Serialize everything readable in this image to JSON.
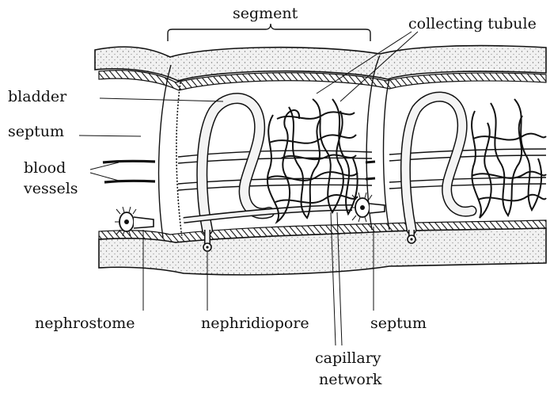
{
  "labels": {
    "segment": "segment",
    "collecting_tubule": "collecting tubule",
    "bladder": "bladder",
    "septum_left": "septum",
    "blood_vessels_line1": "blood",
    "blood_vessels_line2": "vessels",
    "nephrostome": "nephrostome",
    "nephridiopore": "nephridiopore",
    "septum_bottom": "septum",
    "capillary_network_line1": "capillary",
    "capillary_network_line2": "network"
  },
  "colors": {
    "ink": "#111111",
    "paper": "#ffffff",
    "body_wall_fill": "#e9e9e9",
    "muscle_band": "#555555",
    "tubule_fill": "#f4f4f4"
  }
}
